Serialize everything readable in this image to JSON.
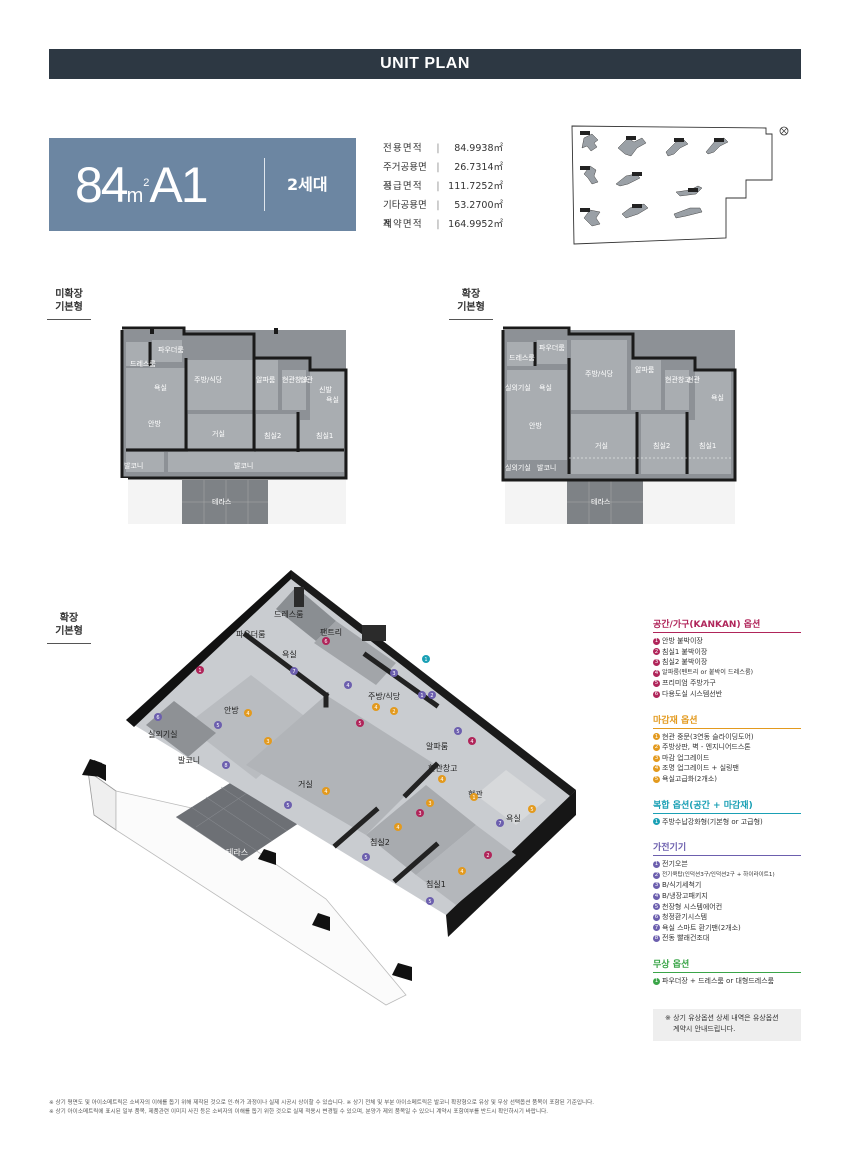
{
  "header": {
    "title": "UNIT PLAN"
  },
  "unit": {
    "number": "84",
    "unit_m": "m",
    "unit_sup": "2",
    "type": "A1",
    "households": "2세대"
  },
  "areas": [
    {
      "label": "전용면적",
      "value": "84.9938㎡"
    },
    {
      "label": "주거공용면적",
      "value": "26.7314㎡"
    },
    {
      "label": "공급면적",
      "value": "111.7252㎡"
    },
    {
      "label": "기타공용면적",
      "value": "53.2700㎡"
    },
    {
      "label": "계약면적",
      "value": "164.9952㎡"
    }
  ],
  "labels": {
    "unexpanded": [
      "미확장",
      "기본형"
    ],
    "expanded": [
      "확장",
      "기본형"
    ],
    "expanded_iso": [
      "확장",
      "기본형"
    ]
  },
  "plan_unexp": {
    "rooms": [
      "드레스룸",
      "파우더룸",
      "욕실",
      "주방/식당",
      "알파룸",
      "현관창고",
      "현관",
      "신발",
      "안방",
      "거실",
      "침실2",
      "침실1",
      "욕실",
      "발코니",
      "발코니",
      "테라스"
    ]
  },
  "plan_exp": {
    "rooms": [
      "드레스룸",
      "파우더룸",
      "실외기실",
      "욕실",
      "주방/식당",
      "알파룸",
      "현관창고",
      "현관",
      "안방",
      "거실",
      "침실2",
      "침실1",
      "욕실",
      "실외기실",
      "발코니",
      "테라스"
    ]
  },
  "iso": {
    "rooms": [
      "드레스룸",
      "파우더룸",
      "욕실",
      "팬트리",
      "안방",
      "주방/식당",
      "알파룸",
      "현관창고",
      "현관",
      "실외기실",
      "발코니",
      "거실",
      "침실2",
      "침실1",
      "욕실",
      "테라스"
    ]
  },
  "options": [
    {
      "title": "공간/가구(KANKAN) 옵션",
      "color": "#b0255a",
      "items": [
        {
          "n": "1",
          "text": "안방 붙박이장"
        },
        {
          "n": "2",
          "text": "침실1 붙박이장"
        },
        {
          "n": "3",
          "text": "침실2 붙박이장"
        },
        {
          "n": "4",
          "text": "알파룸(펜트리 or 붙박이 드레스룸)"
        },
        {
          "n": "5",
          "text": "프리미엄 주방가구"
        },
        {
          "n": "6",
          "text": "다용도실 시스템선반"
        }
      ]
    },
    {
      "title": "마감재 옵션",
      "color": "#e39a1e",
      "items": [
        {
          "n": "1",
          "text": "현관 중문(3연동 슬라이딩도어)"
        },
        {
          "n": "2",
          "text": "주방상판, 벽 - 엔지니어드스톤"
        },
        {
          "n": "3",
          "text": "마감 업그레이드"
        },
        {
          "n": "4",
          "text": "조명 업그레이드 + 실링팬"
        },
        {
          "n": "5",
          "text": "욕실고급화(2개소)"
        }
      ]
    },
    {
      "title": "복합 옵션(공간 + 마감재)",
      "color": "#1aa0b5",
      "items": [
        {
          "n": "1",
          "text": "주방수납강화형(기본형 or 고급형)"
        }
      ]
    },
    {
      "title": "가전기기",
      "color": "#6c5fae",
      "items": [
        {
          "n": "1",
          "text": "전기오븐"
        },
        {
          "n": "2",
          "text": "전기쿡탑(인덕션3구/인덕션2구 + 하이라이트1)"
        },
        {
          "n": "3",
          "text": "B/식기세척기"
        },
        {
          "n": "4",
          "text": "B/냉장고패키지"
        },
        {
          "n": "5",
          "text": "천장형 시스템에어컨"
        },
        {
          "n": "6",
          "text": "청정환기시스템"
        },
        {
          "n": "7",
          "text": "욕실 스마트 환기팬(2개소)"
        },
        {
          "n": "8",
          "text": "전동 빨래건조대"
        }
      ]
    },
    {
      "title": "무상 옵션",
      "color": "#3aa548",
      "items": [
        {
          "n": "1",
          "text": "파우더장 + 드레스룸 or 대형드레스룸"
        }
      ]
    }
  ],
  "notice": [
    "※ 상기 유상옵션 상세 내역은 유상옵션",
    "계약시 안내드립니다."
  ],
  "footnotes": [
    "※ 상기 평면도 및 아이소메트릭은 소비자의 이해를 돕기 위해 제작된 것으로 인·허가 과정이나 실제 시공시 상이할 수 있습니다. ※ 상기 전체 및 부분 아이소메트릭은 발코니 확장형으로 유상 및 무상 선택옵션 품목이 포함된 기준입니다.",
    "※ 상기 아이소메트릭에 표시된 일부 품목, 제품관련 이미지 사진 등은 소비자의 이해를 돕기 위한 것으로 실제 적용시 변경될 수 있으며, 분양가 제외 품목일 수 있으니 계약시 포함여부를 반드시 확인하시기 바랍니다."
  ]
}
